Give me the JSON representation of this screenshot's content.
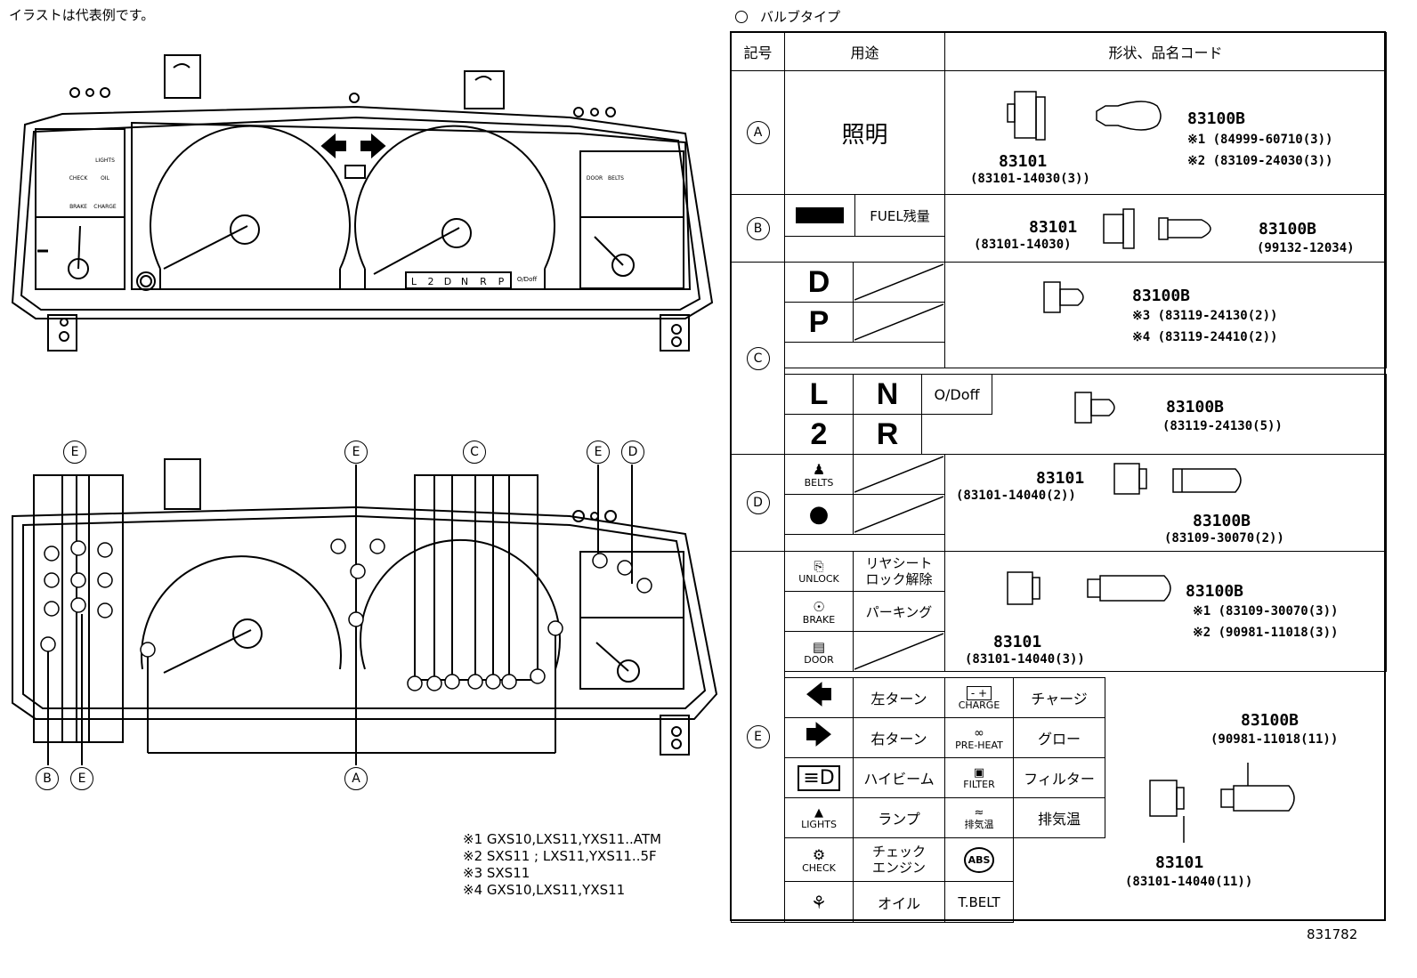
{
  "header_note": "イラストは代表例です。",
  "table_title": "バルブタイプ",
  "table_headers": {
    "symbol": "記号",
    "usage": "用途",
    "shape_code": "形状、品名コード"
  },
  "circle_labels": {
    "A": "A",
    "B": "B",
    "C": "C",
    "D": "D",
    "E": "E"
  },
  "row_A": {
    "usage": "照明",
    "socket": "83101",
    "socket_code": "(83101-14030(3))",
    "bulb": "83100B",
    "note1": "※1 (84999-60710(3))",
    "note2": "※2 (83109-24030(3))"
  },
  "row_B": {
    "usage": "FUEL残量",
    "socket": "83101",
    "socket_code": "(83101-14030)",
    "bulb": "83100B",
    "bulb_code": "(99132-12034)"
  },
  "row_C1": {
    "d": "D",
    "p": "P",
    "bulb": "83100B",
    "note3": "※3 (83119-24130(2))",
    "note4": "※4 (83119-24410(2))"
  },
  "row_C2": {
    "l": "L",
    "n": "N",
    "od": "O/Doff",
    "two": "2",
    "r": "R",
    "bulb": "83100B",
    "bulb_code": "(83119-24130(5))"
  },
  "row_D": {
    "belts": "BELTS",
    "socket": "83101",
    "socket_code": "(83101-14040(2))",
    "bulb": "83100B",
    "bulb_code": "(83109-30070(2))"
  },
  "row_E1": {
    "unlock_icon": "UNLOCK",
    "unlock": "リヤシート\nロック解除",
    "brake_icon": "BRAKE",
    "brake": "パーキング",
    "door_icon": "DOOR",
    "socket": "83101",
    "socket_code": "(83101-14040(3))",
    "bulb": "83100B",
    "note1": "※1 (83109-30070(3))",
    "note2": "※2 (90981-11018(3))"
  },
  "row_E2": {
    "items_left": [
      "左ターン",
      "右ターン",
      "ハイビーム",
      "ランプ",
      "チェック\nエンジン",
      "オイル"
    ],
    "icons_left": [
      "left-arrow",
      "right-arrow",
      "high-beam",
      "LIGHTS",
      "CHECK",
      "oil"
    ],
    "icons_mid": [
      "CHARGE",
      "PRE-HEAT",
      "FILTER",
      "排気温"
    ],
    "items_mid": [
      "チャージ",
      "グロー",
      "フィルター",
      "排気温"
    ],
    "abs": "ABS",
    "tbelt": "T.BELT",
    "bulb": "83100B",
    "bulb_code": "(90981-11018(11))",
    "socket": "83101",
    "socket_code": "(83101-14040(11))"
  },
  "footnotes": [
    "※1 GXS10,LXS11,YXS11..ATM",
    "※2 SXS11 ; LXS11,YXS11..5F",
    "※3 SXS11",
    "※4 GXS10,LXS11,YXS11"
  ],
  "diagram_number": "831782",
  "cluster_labels": {
    "gear": [
      "L",
      "2",
      "D",
      "N",
      "R",
      "P"
    ],
    "od_off": "O/Doff",
    "icons": [
      "CHECK",
      "LIGHTS",
      "OIL",
      "BRAKE",
      "CHARGE",
      "DOOR",
      "BELTS"
    ]
  }
}
